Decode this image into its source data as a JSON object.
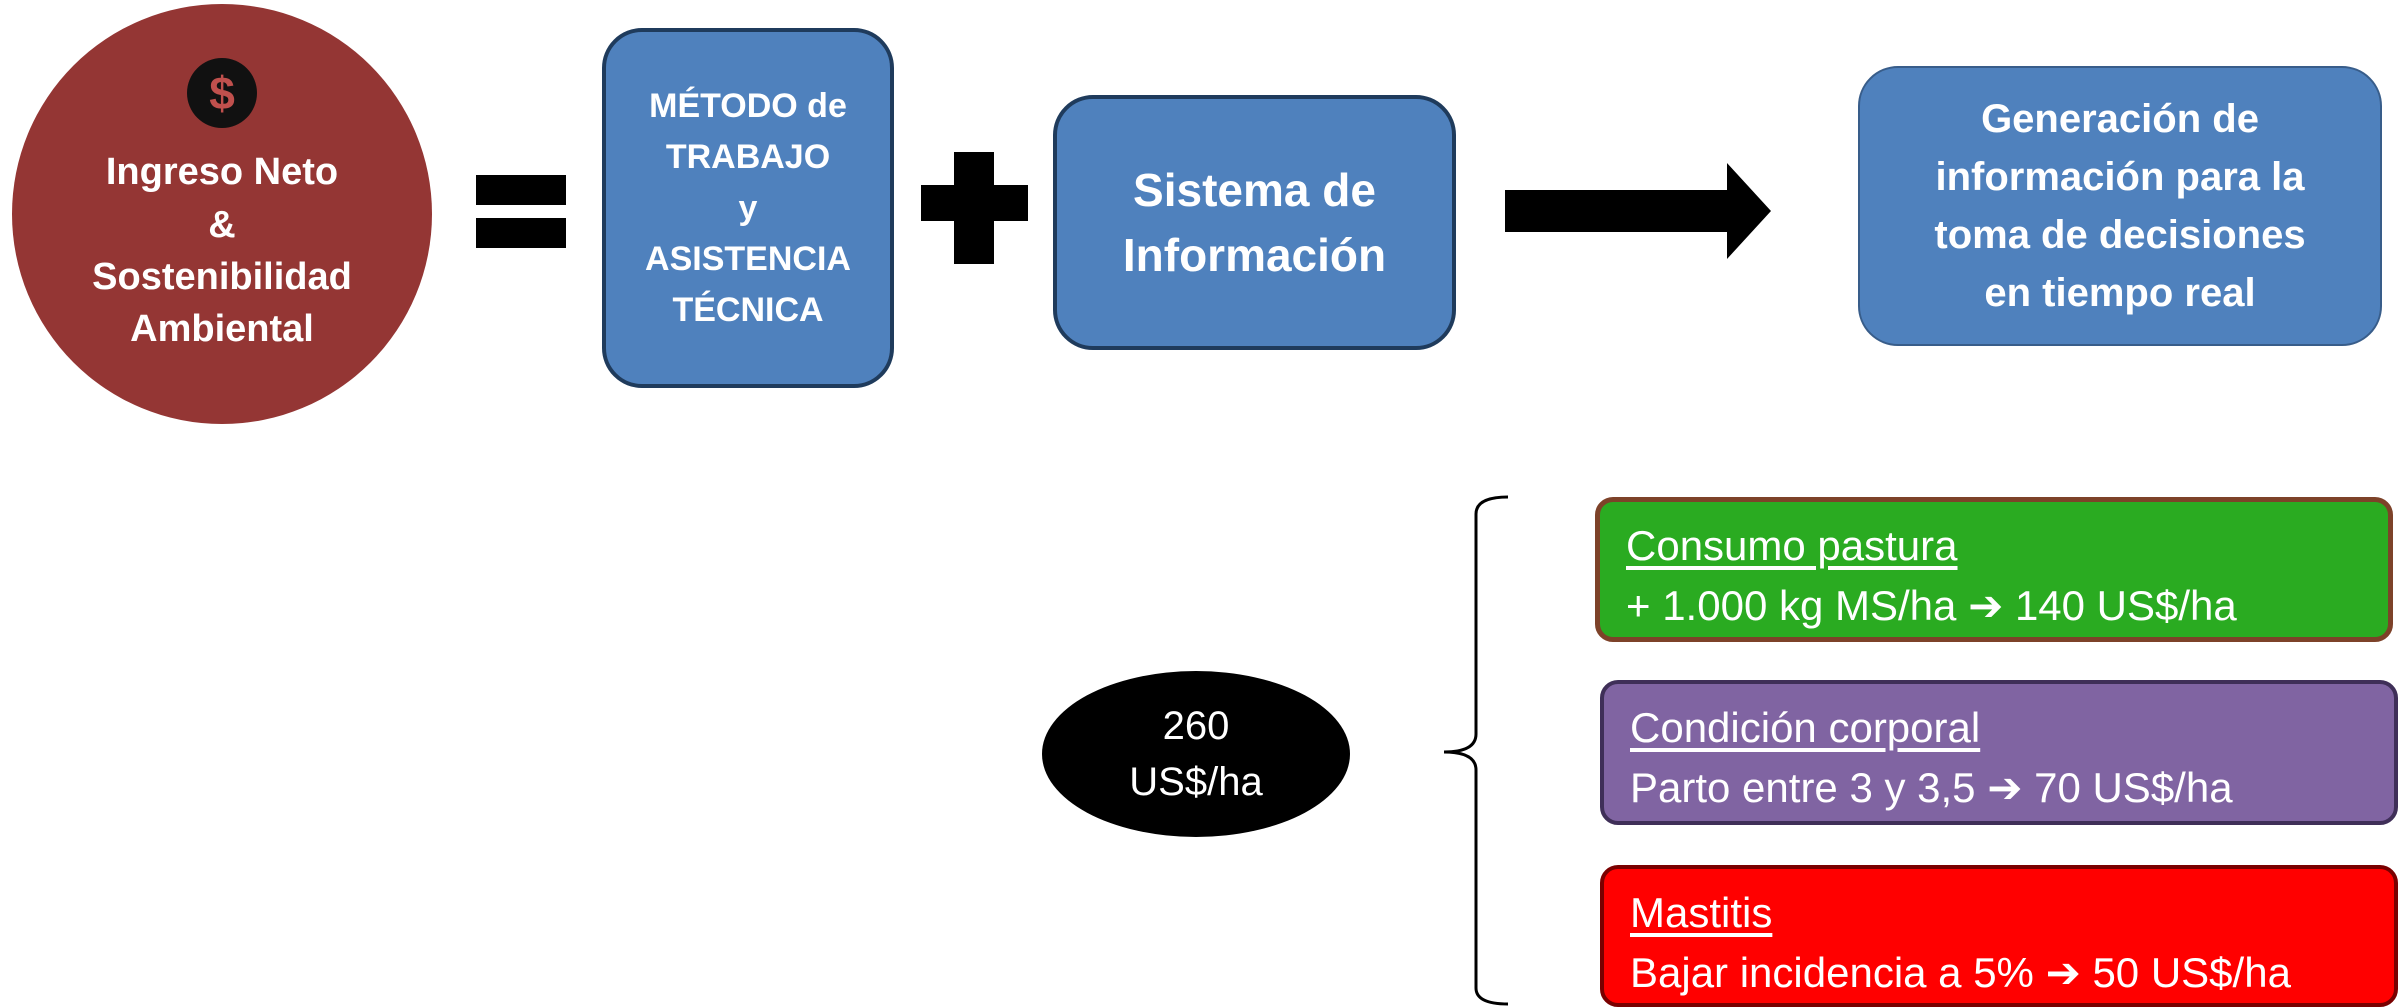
{
  "circle": {
    "icon": "dollar-icon",
    "icon_glyph": "$",
    "lines": [
      "Ingreso Neto",
      "&",
      "Sostenibilidad",
      "Ambiental"
    ]
  },
  "metodo_box": {
    "lines": [
      "MÉTODO de",
      "TRABAJO",
      "y",
      "ASISTENCIA",
      "TÉCNICA"
    ]
  },
  "sistema_box": {
    "lines": [
      "Sistema de",
      "Información"
    ]
  },
  "generacion_box": {
    "lines": [
      "Generación de",
      "información para la",
      "toma de decisiones",
      "en tiempo real"
    ]
  },
  "total": {
    "value": "260",
    "unit": "US$/ha"
  },
  "items": [
    {
      "title": "Consumo pastura",
      "detail_before": "+ 1.000 kg MS/ha",
      "arrow": "➔",
      "detail_after": "140 US$/ha"
    },
    {
      "title": "Condición corporal",
      "detail_before": "Parto entre 3 y 3,5",
      "arrow": "➔",
      "detail_after": "70 US$/ha"
    },
    {
      "title": "Mastitis",
      "detail_before": "Bajar incidencia a 5%",
      "arrow": "➔",
      "detail_after": "50 US$/ha"
    }
  ],
  "colors": {
    "circle": "#943634",
    "blue_box": "#4f81bd",
    "green": "#2aab21",
    "purple": "#8064a2",
    "red": "#ff0000"
  }
}
